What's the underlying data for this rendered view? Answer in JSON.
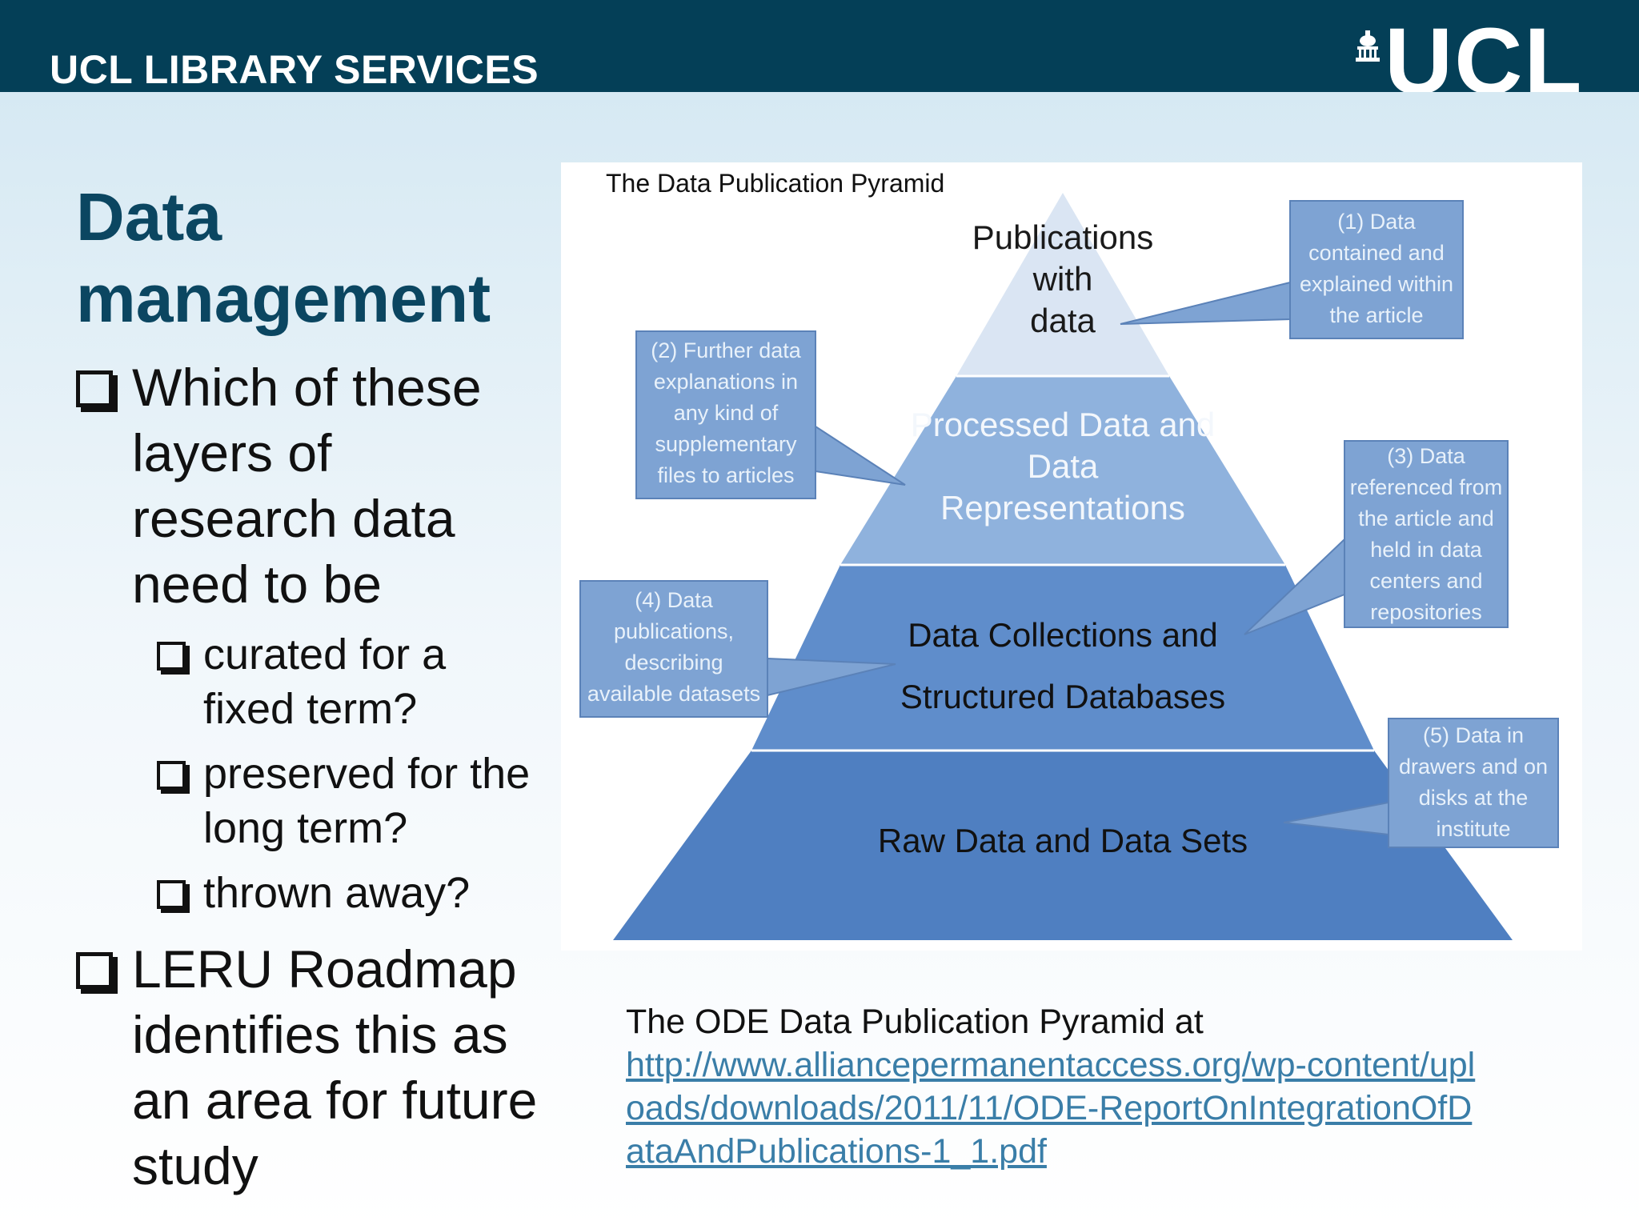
{
  "header": {
    "title": "UCL LIBRARY SERVICES",
    "logo_text": "UCL",
    "background": "#043f57"
  },
  "slide": {
    "title": "Data management",
    "bullets": [
      {
        "text": "Which of these layers of research data need to be"
      },
      {
        "text": "LERU Roadmap identifies this as an area for future study"
      }
    ],
    "sub_bullets": [
      {
        "text": "curated for a fixed term?"
      },
      {
        "text": "preserved for the long term?"
      },
      {
        "text": "thrown away?"
      }
    ]
  },
  "figure": {
    "title": "The Data Publication Pyramid",
    "layers": [
      {
        "label": "Publications\nwith\ndata",
        "color": "#dae5f3",
        "text_color": "#1a1a1a"
      },
      {
        "label": "Processed Data and\nData\nRepresentations",
        "color": "#8fb2dd",
        "text_color": "#f3f7fc"
      },
      {
        "label": "Data Collections and\nStructured Databases",
        "color": "#5f8dcb",
        "text_color": "#111111"
      },
      {
        "label": "Raw Data and Data Sets",
        "color": "#4f7fc1",
        "text_color": "#111111"
      }
    ],
    "callouts": [
      {
        "text": "(1) Data\ncontained and\nexplained within\nthe article"
      },
      {
        "text": "(2) Further data\nexplanations in\nany kind of\nsupplementary\nfiles to articles"
      },
      {
        "text": "(3) Data\nreferenced from\nthe article and\nheld in data\ncenters and\nrepositories"
      },
      {
        "text": "(4) Data\npublications,\ndescribing\navailable datasets"
      },
      {
        "text": "(5) Data in\ndrawers and on\ndisks at the\ninstitute"
      }
    ],
    "callout_color": "#7ea3d3"
  },
  "caption": {
    "text": "The ODE Data Publication Pyramid at",
    "link": "http://www.alliancepermanentaccess.org/wp-content/uploads/downloads/2011/11/ODE-ReportOnIntegrationOfDataAndPublications-1_1.pdf"
  }
}
